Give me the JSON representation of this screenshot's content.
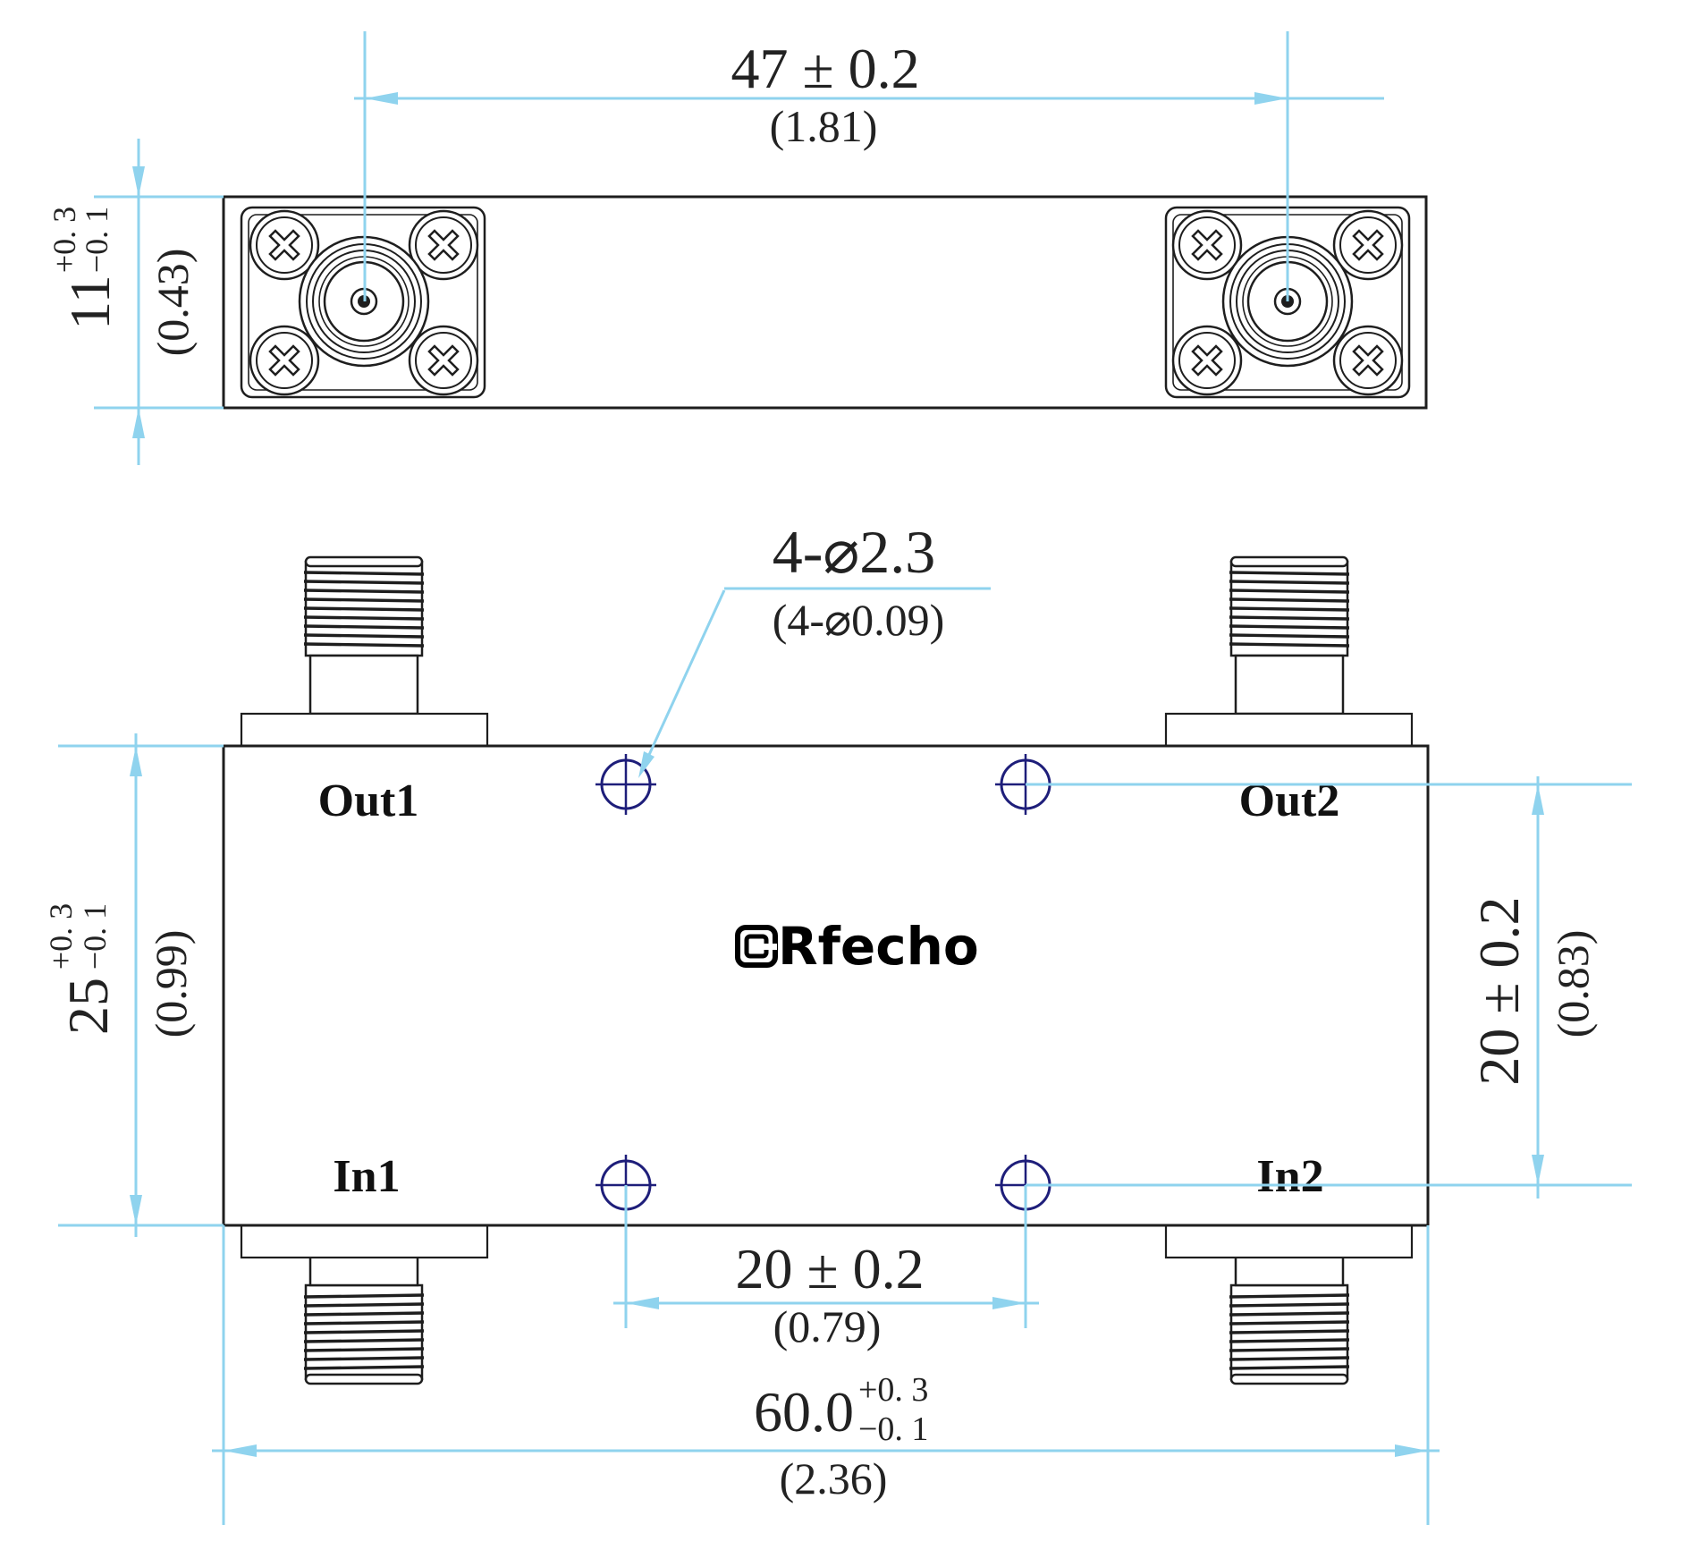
{
  "colors": {
    "dimension_line": "#8fd3ee",
    "outline": "#1e1e1e",
    "hole_marker": "#1e1e7a",
    "text": "#222222",
    "background": "#ffffff"
  },
  "top_view": {
    "width_dim": {
      "value": "47 ± 0.2",
      "inch": "(1.81)"
    },
    "height_dim": {
      "base": "11",
      "tol_plus": "+0. 3",
      "tol_minus": "−0. 1",
      "inch": "(0.43)"
    },
    "icons": [
      "screw-icon",
      "sma-connector-icon"
    ]
  },
  "front_view": {
    "holes_callout": {
      "metric": "4-⌀2.3",
      "inch": "(4-⌀0.09)"
    },
    "ports": {
      "out1": "Out1",
      "out2": "Out2",
      "in1": "In1",
      "in2": "In2"
    },
    "brand": "Rfecho",
    "brand_icon": "rfecho-logo-icon",
    "height_dim": {
      "base": "25",
      "tol_plus": "+0. 3",
      "tol_minus": "−0. 1",
      "inch": "(0.99)"
    },
    "hole_vertical_dim": {
      "value": "20 ± 0.2",
      "inch": "(0.83)"
    },
    "hole_horizontal_dim": {
      "value": "20 ± 0.2",
      "inch": "(0.79)"
    },
    "total_width_dim": {
      "base": "60.0",
      "tol_plus": "+0. 3",
      "tol_minus": "−0. 1",
      "inch": "(2.36)"
    }
  }
}
